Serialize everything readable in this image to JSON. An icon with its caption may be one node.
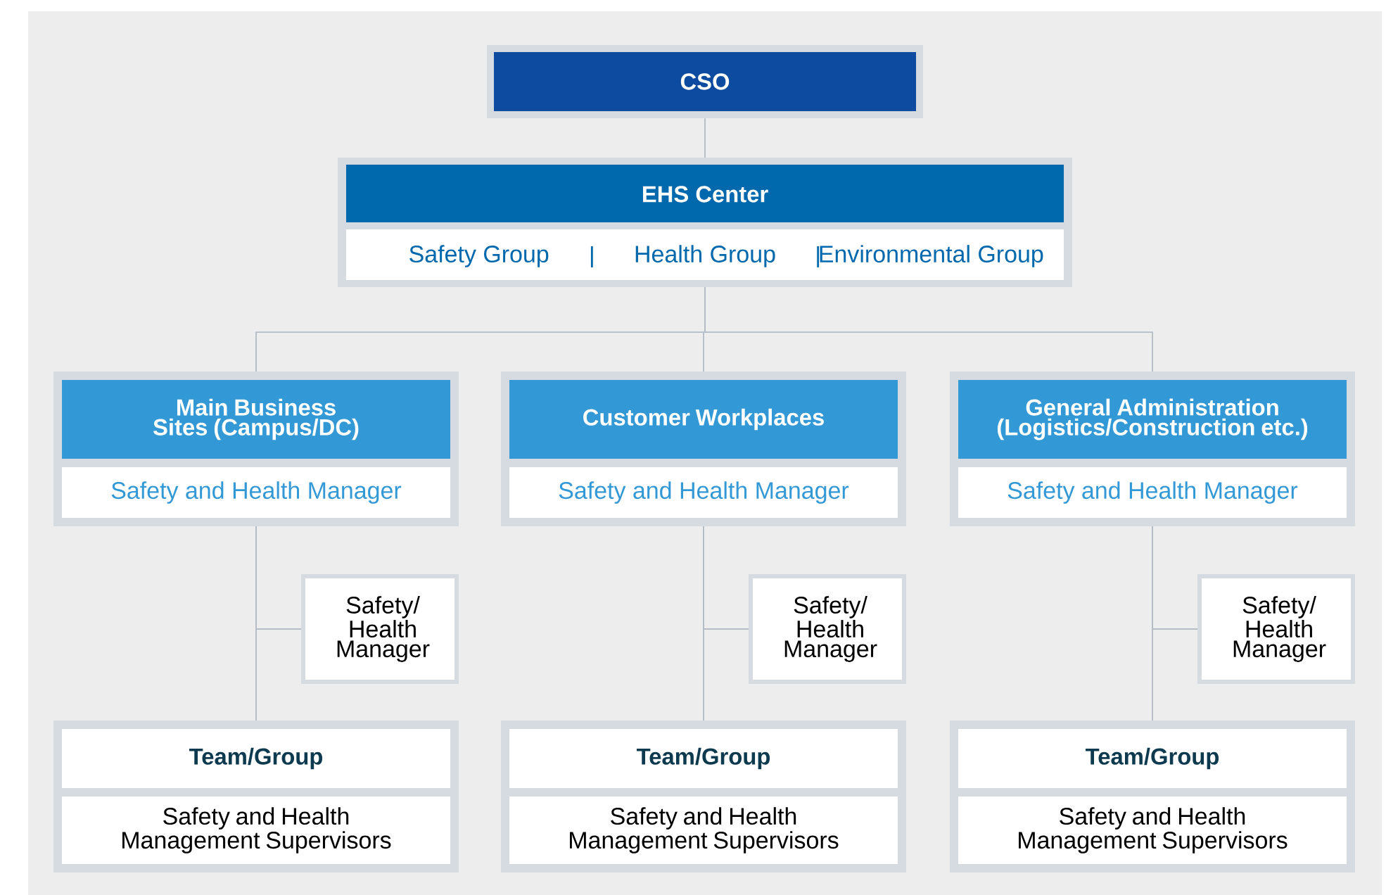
{
  "diagram": {
    "nodes": [
      {
        "text": [
          "CSO"
        ]
      },
      {
        "text": [
          "EHS Center",
          "Safety Group",
          "Health Group",
          "Environmental Group"
        ]
      },
      {
        "text": [
          "Main Business Sites (Campus/DC)",
          "Safety and Health Manager"
        ]
      },
      {
        "text": [
          "Customer Workplaces",
          "Safety and Health Manager"
        ]
      },
      {
        "text": [
          "General Administration (Logistics/Construction etc.)",
          "Safety and Health Manager"
        ]
      },
      {
        "text": [
          "Safety/ Health Manager"
        ]
      },
      {
        "text": [
          "Safety/ Health Manager"
        ]
      },
      {
        "text": [
          "Safety/ Health Manager"
        ]
      },
      {
        "text": [
          "Team/Group",
          "Safety and Health Management Supervisors"
        ]
      },
      {
        "text": [
          "Team/Group",
          "Safety and Health Management Supervisors"
        ]
      },
      {
        "text": [
          "Team/Group",
          "Safety and Health Management Supervisors"
        ]
      }
    ],
    "edges": [
      {
        "from": 0,
        "to": 1,
        "arrow": "none"
      },
      {
        "from": 1,
        "to": 2,
        "arrow": "none"
      },
      {
        "from": 1,
        "to": 3,
        "arrow": "none"
      },
      {
        "from": 1,
        "to": 4,
        "arrow": "none"
      },
      {
        "from": 2,
        "to": 8,
        "arrow": "none"
      },
      {
        "from": 3,
        "to": 9,
        "arrow": "none"
      },
      {
        "from": 4,
        "to": 10,
        "arrow": "none"
      },
      {
        "from": 5,
        "to": 2,
        "arrow": "none"
      },
      {
        "from": 6,
        "to": 3,
        "arrow": "none"
      },
      {
        "from": 7,
        "to": 4,
        "arrow": "none"
      }
    ]
  }
}
